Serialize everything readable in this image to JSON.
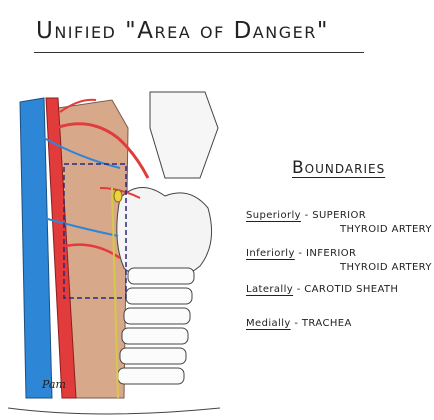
{
  "title": "Unified \"Area of Danger\"",
  "boundaries_heading": "Boundaries",
  "boundaries": [
    {
      "direction": "Superiorly",
      "sep": "-",
      "structure_line1": "SUPERIOR",
      "structure_line2": "THYROID ARTERY"
    },
    {
      "direction": "Inferiorly",
      "sep": "-",
      "structure_line1": "INFERIOR",
      "structure_line2": "THYROID ARTERY"
    },
    {
      "direction": "Laterally",
      "sep": "-",
      "structure_line1": "CAROTID SHEATH",
      "structure_line2": ""
    },
    {
      "direction": "Medially",
      "sep": "-",
      "structure_line1": "TRACHEA",
      "structure_line2": ""
    }
  ],
  "signature": "Pam",
  "colors": {
    "vein": "#2e86d6",
    "artery": "#e23b3b",
    "muscle": "#d8a88a",
    "nerve": "#d6c84a",
    "gland": "#f4f4f4",
    "danger_box": "#2a2a7a"
  }
}
